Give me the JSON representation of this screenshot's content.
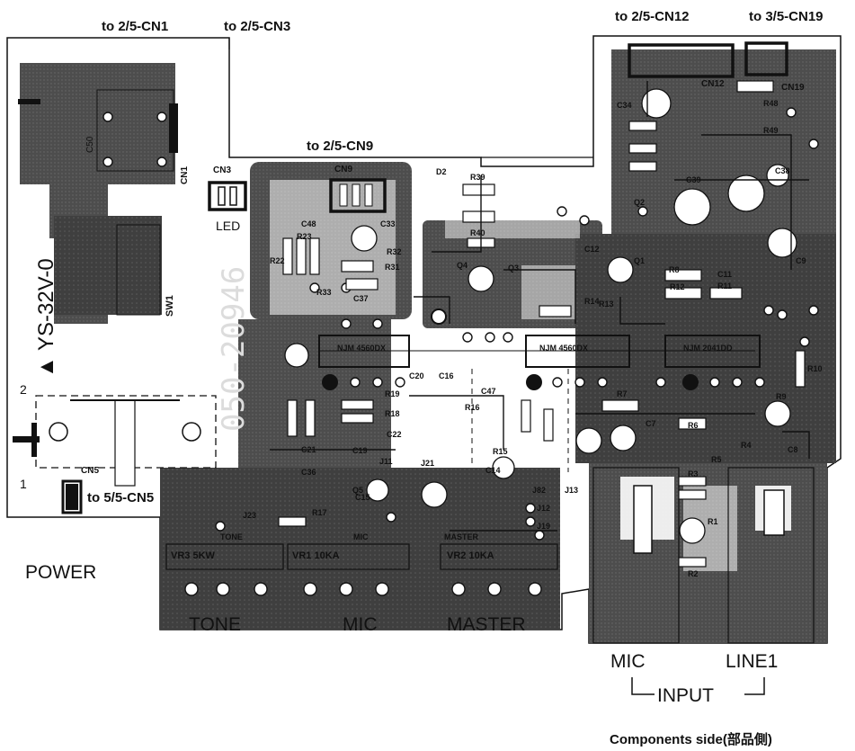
{
  "connectors": {
    "to_cn1": "to 2/5-CN1",
    "to_cn3": "to 2/5-CN3",
    "to_cn9": "to 2/5-CN9",
    "to_cn12": "to 2/5-CN12",
    "to_cn19": "to 3/5-CN19",
    "to_cn5": "to 5/5-CN5"
  },
  "sections": {
    "power": "POWER",
    "tone": "TONE",
    "mic": "MIC",
    "master": "MASTER",
    "input_mic": "MIC",
    "input_line1": "LINE1",
    "input": "INPUT"
  },
  "footer": {
    "side_note": "Components side(部品側)"
  },
  "silkscreen": {
    "board_number": "050-20946",
    "transformer": "▲ YS-32V-0",
    "led": "LED",
    "cn1": "CN1",
    "cn3": "CN3",
    "cn9": "CN9",
    "cn12": "CN12",
    "cn19": "CN19",
    "cn5": "CN5",
    "sw1": "SW1",
    "c50": "C50",
    "ic1": "NJM 4560DX",
    "ic2": "NJM 4560DX",
    "ic3": "NJM 2041DD",
    "vr3": "VR3 5KW",
    "vr1": "VR1 10KA",
    "vr2": "VR2 10KA",
    "tone_small": "TONE",
    "mic_small": "MIC",
    "master_small": "MASTER",
    "pin1": "1",
    "pin2": "2",
    "refs": [
      "R39",
      "R40",
      "R33",
      "R32",
      "R31",
      "R22",
      "R23",
      "C48",
      "C37",
      "C33",
      "C20",
      "R19",
      "R18",
      "C22",
      "C19",
      "C21",
      "C36",
      "C16",
      "R17",
      "R15",
      "C14",
      "C15",
      "Q1",
      "Q2",
      "Q3",
      "Q4",
      "Q5",
      "R6",
      "R7",
      "R8",
      "R9",
      "R10",
      "R11",
      "R12",
      "R13",
      "R14",
      "R16",
      "R48",
      "R49",
      "C38",
      "C39",
      "C34",
      "C11",
      "C12",
      "C9",
      "C8",
      "C7",
      "R3",
      "R4",
      "R5",
      "R1",
      "R2",
      "C47",
      "D2",
      "J21",
      "J23",
      "J11",
      "J82",
      "J12",
      "J19",
      "J13"
    ]
  },
  "colors": {
    "ink": "#111111",
    "copper": "#5a5a5a",
    "pad": "#2a2a2a",
    "paper": "#ffffff"
  }
}
